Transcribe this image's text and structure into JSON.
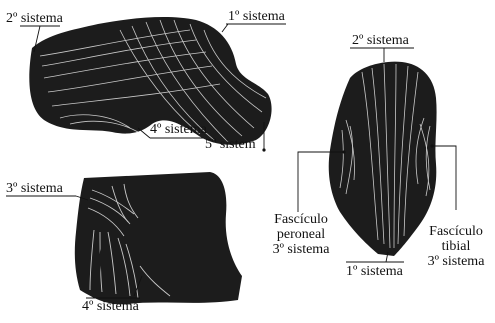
{
  "labels": {
    "top_left_2nd": "2º sistema",
    "top_left_1st": "1º sistema",
    "top_left_4th": "4º sistema",
    "top_left_5th": "5º sistem",
    "bottom_left_3rd": "3º sistema",
    "bottom_left_4th": "4º sistema",
    "right_2nd": "2º sistema",
    "right_1st": "1º sistema",
    "right_peroneal": [
      "Fascículo",
      "peroneal",
      "3º sistema"
    ],
    "right_tibial": [
      "Fascículo",
      "tibial",
      "3º sistema"
    ]
  },
  "colors": {
    "ink": "#111111",
    "fill": "#1c1c1c",
    "fiber": "#e8e8e8"
  }
}
